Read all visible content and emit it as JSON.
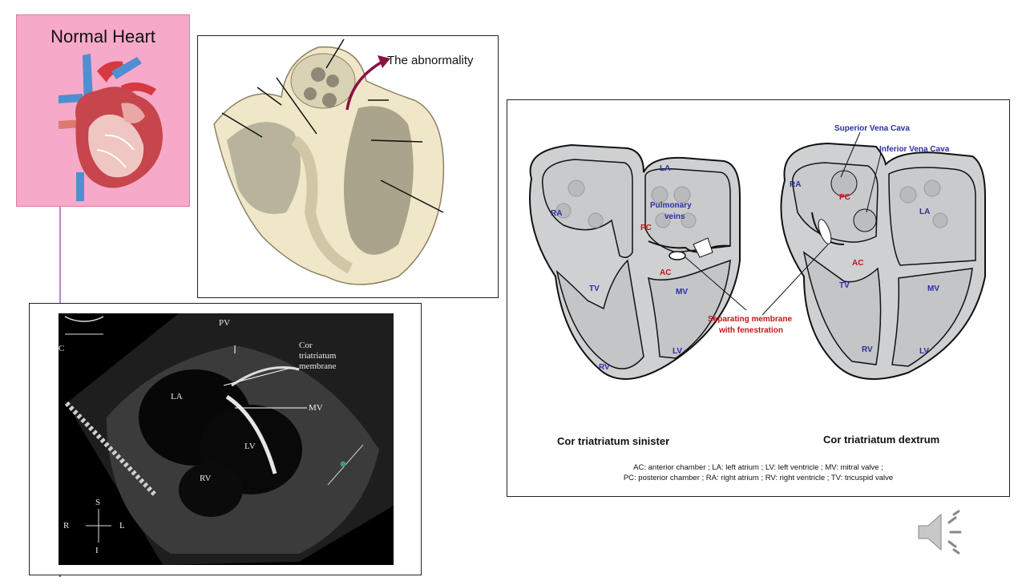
{
  "normal_heart": {
    "title": "Normal Heart"
  },
  "sketch": {
    "annotation": "The abnormality"
  },
  "echo": {
    "labels": {
      "pv": "PV",
      "cor": "Cor",
      "triatriatum": "triatriatum",
      "membrane": "membrane",
      "la": "LA",
      "mv": "MV",
      "lv": "LV",
      "rv": "RV",
      "s": "S",
      "r": "R",
      "l": "L",
      "i": "I",
      "c": "C"
    }
  },
  "diagram": {
    "left": {
      "ra": "RA",
      "la": "LA",
      "pulmonary_veins_1": "Pulmonary",
      "pulmonary_veins_2": "veins",
      "pc": "PC",
      "ac": "AC",
      "tv": "TV",
      "mv": "MV",
      "rv": "RV",
      "lv": "LV",
      "caption": "Cor triatriatum sinister"
    },
    "right": {
      "ra": "RA",
      "pc": "PC",
      "la": "LA",
      "ac": "AC",
      "tv": "TV",
      "mv": "MV",
      "rv": "RV",
      "lv": "LV",
      "svc": "Superior Vena Cava",
      "ivc": "Inferior Vena Cava",
      "caption": "Cor triatriatum dextrum"
    },
    "membrane_1": "Separating membrane",
    "membrane_2": "with fenestration",
    "legend_1": "AC: anterior chamber ; LA: left atrium ; LV: left ventricle ; MV: mitral valve ;",
    "legend_2": "PC: posterior chamber ; RA: right atrium ; RV: right ventricle ; TV: tricuspid valve"
  },
  "colors": {
    "pink_panel": "#f7a9c9",
    "diagram_fill": "#cfd0d2",
    "label_blue": "#2a2fa0",
    "label_red": "#c01818",
    "arrow_maroon": "#8a1044"
  },
  "icons": {
    "speaker": "speaker-icon"
  }
}
